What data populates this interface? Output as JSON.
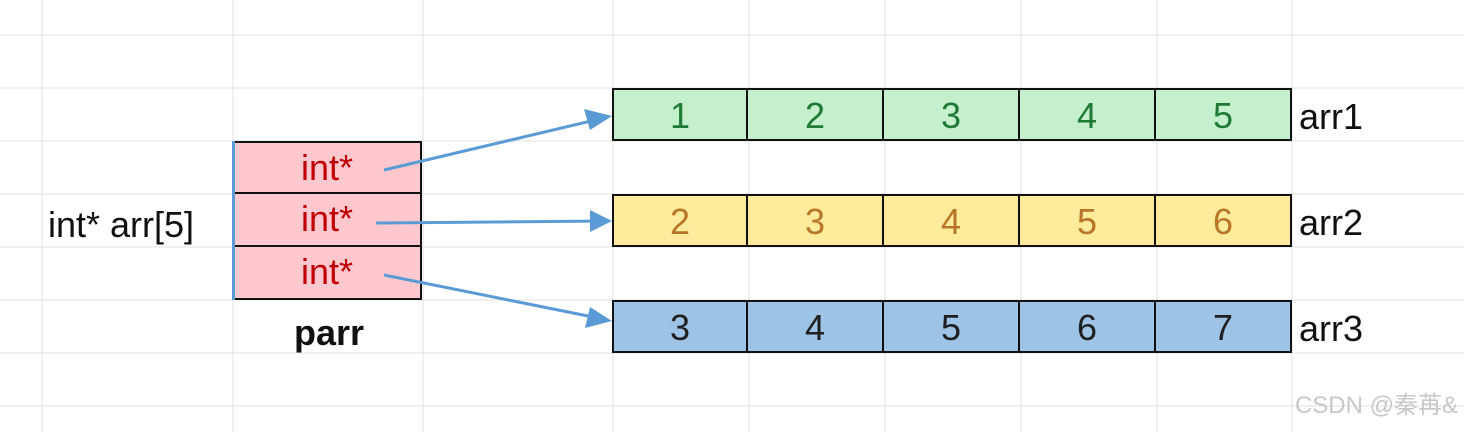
{
  "declaration": "int* arr[5]",
  "parr": {
    "label": "parr",
    "cells": [
      "int*",
      "int*",
      "int*"
    ],
    "fill": "#ffc7ce",
    "text_color": "#c00000"
  },
  "arrays": [
    {
      "name": "arr1",
      "values": [
        "1",
        "2",
        "3",
        "4",
        "5"
      ],
      "fill": "#c6efce",
      "text_color": "#1e7b34"
    },
    {
      "name": "arr2",
      "values": [
        "2",
        "3",
        "4",
        "5",
        "6"
      ],
      "fill": "#ffeb9c",
      "text_color": "#b8762a"
    },
    {
      "name": "arr3",
      "values": [
        "3",
        "4",
        "5",
        "6",
        "7"
      ],
      "fill": "#9dc3e6",
      "text_color": "#1f1f1f"
    }
  ],
  "arrow_color": "#5b9bd5",
  "grid_color": "#e1e1e1",
  "watermark": "CSDN @秦苒&"
}
